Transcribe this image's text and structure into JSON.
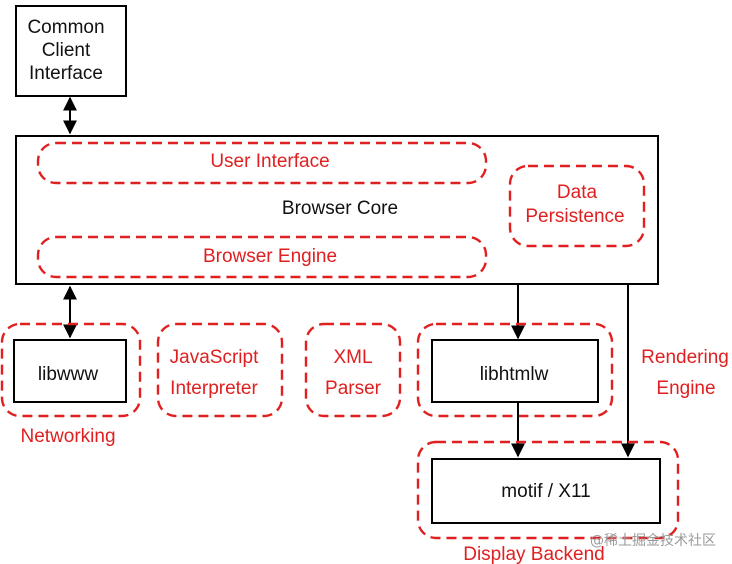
{
  "diagram": {
    "common_client_interface": [
      "Common",
      "Client",
      "Interface"
    ],
    "browser_core": "Browser Core",
    "user_interface": "User Interface",
    "browser_engine": "Browser Engine",
    "data_persistence": [
      "Data",
      "Persistence"
    ],
    "libwww": "libwww",
    "networking": "Networking",
    "javascript_interpreter": [
      "JavaScript",
      "Interpreter"
    ],
    "xml_parser": [
      "XML",
      "Parser"
    ],
    "libhtmlw": "libhtmlw",
    "rendering_engine": [
      "Rendering",
      "Engine"
    ],
    "motif_x11": "motif / X11",
    "display_backend": "Display Backend",
    "watermark": "@稀土掘金技术社区"
  },
  "colors": {
    "subsystem_outline": "#e02020",
    "module_outline": "#000000"
  }
}
